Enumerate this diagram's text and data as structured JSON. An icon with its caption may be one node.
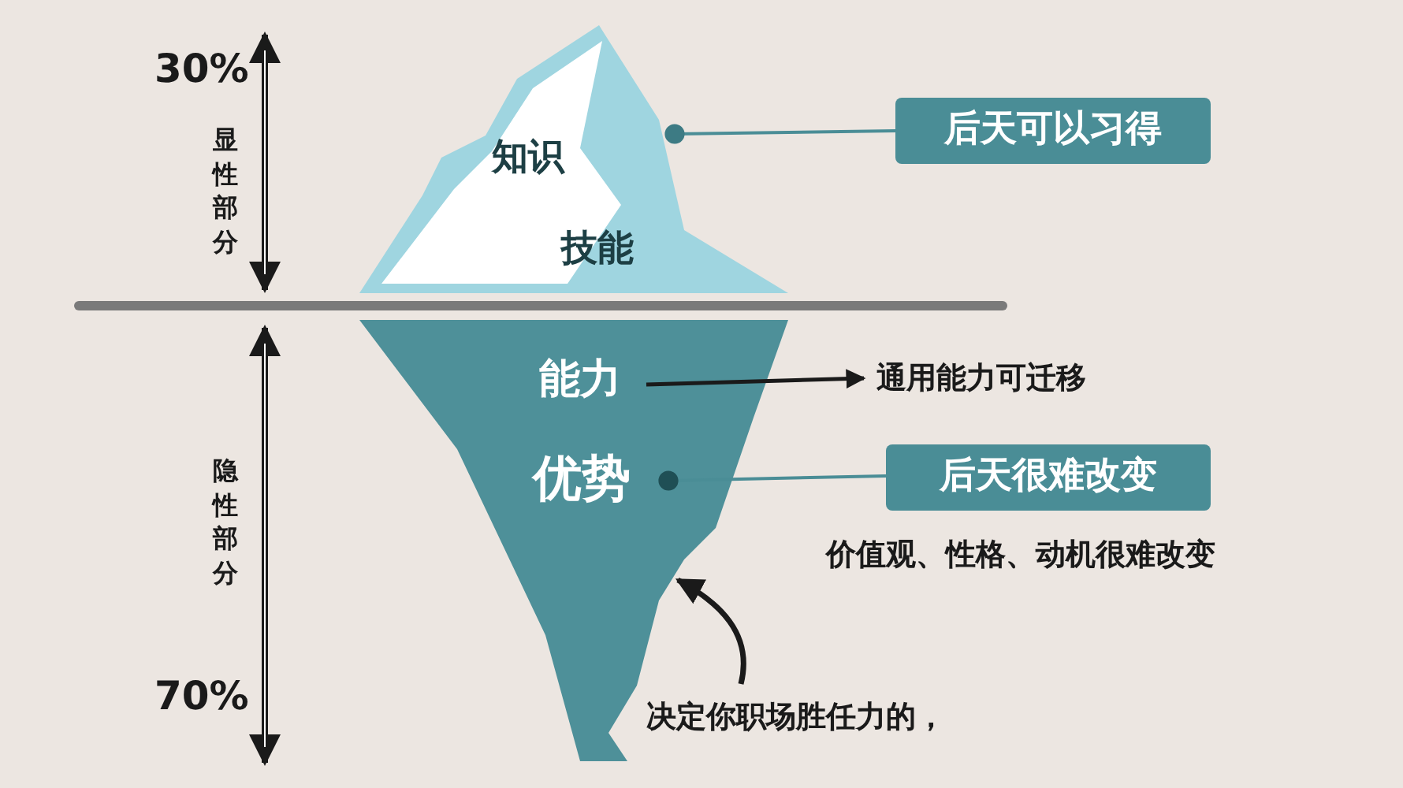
{
  "diagram": {
    "nodes": [
      {
        "text": [
          "知识",
          "技能"
        ]
      },
      {
        "text": [
          "后天可以习得"
        ]
      },
      {
        "text": [],
        "shape": "iceberg"
      },
      {
        "text": [
          "能力"
        ],
        "in": 2
      },
      {
        "text": [
          "优势"
        ],
        "in": 2
      },
      {
        "text": [
          "通用能力可迁移"
        ]
      },
      {
        "text": [
          "后天很难改变"
        ]
      },
      {
        "text": [
          "决定你职场胜任力的，"
        ]
      }
    ],
    "edges": [
      {
        "from": 0,
        "to": 1,
        "arrow": "other"
      },
      {
        "from": 3,
        "to": 5,
        "arrow": "to",
        "color": "#1a1a1a"
      },
      {
        "from": 4,
        "to": 6,
        "arrow": "other"
      },
      {
        "from": 7,
        "to": 2,
        "arrow": "to",
        "color": "#1a1a1a"
      }
    ],
    "labels": [
      "30%",
      "显性部分",
      "隐性部分",
      "价值观、性格、动机很难改变",
      "70%"
    ]
  }
}
